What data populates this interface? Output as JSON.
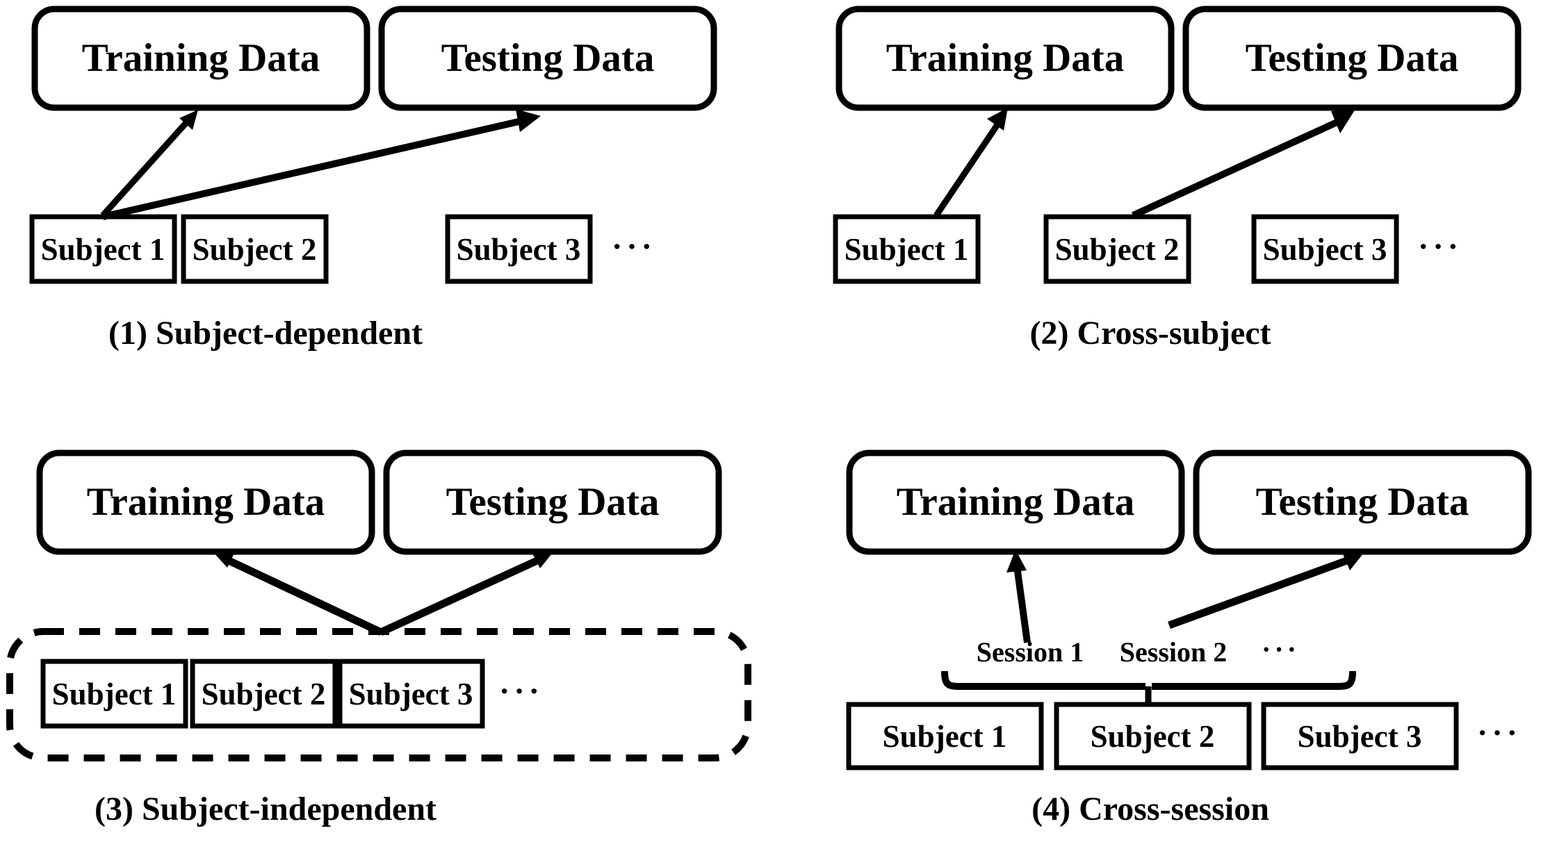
{
  "figure": {
    "background_color": "#ffffff",
    "line_color": "#000000",
    "panel_count": 4
  },
  "labels": {
    "training_data": "Training Data",
    "testing_data": "Testing Data",
    "subject_1": "Subject 1",
    "subject_2": "Subject 2",
    "subject_3": "Subject 3",
    "session_1": "Session 1",
    "session_2": "Session 2",
    "ellipsis": "···"
  },
  "panels": [
    {
      "id": "panel-1",
      "caption": "(1) Subject-dependent",
      "top_boxes": [
        "Training Data",
        "Testing Data"
      ],
      "bottom_boxes": [
        "Subject 1",
        "Subject 2",
        "Subject 3"
      ],
      "bottom_trailing_ellipsis": "···",
      "grouping": "none",
      "arrows": [
        {
          "from": "Subject 1",
          "to": "Training Data"
        },
        {
          "from": "Subject 1",
          "to": "Testing Data"
        }
      ]
    },
    {
      "id": "panel-2",
      "caption": "(2) Cross-subject",
      "top_boxes": [
        "Training Data",
        "Testing Data"
      ],
      "bottom_boxes": [
        "Subject 1",
        "Subject 2",
        "Subject 3"
      ],
      "bottom_trailing_ellipsis": "···",
      "grouping": "none",
      "arrows": [
        {
          "from": "Subject 1",
          "to": "Training Data"
        },
        {
          "from": "Subject 2",
          "to": "Testing Data"
        }
      ]
    },
    {
      "id": "panel-3",
      "caption": "(3) Subject-independent",
      "top_boxes": [
        "Training Data",
        "Testing Data"
      ],
      "bottom_boxes": [
        "Subject 1",
        "Subject 2",
        "Subject 3"
      ],
      "bottom_trailing_ellipsis": "···",
      "grouping": "dashed-rounded-container",
      "arrows": [
        {
          "from": "all subjects",
          "to": "Training Data"
        },
        {
          "from": "all subjects",
          "to": "Testing Data"
        }
      ]
    },
    {
      "id": "panel-4",
      "caption": "(4) Cross-session",
      "top_boxes": [
        "Training Data",
        "Testing Data"
      ],
      "bottom_boxes": [
        "Subject 1",
        "Subject 2",
        "Subject 3"
      ],
      "bottom_trailing_ellipsis": "···",
      "grouping": "session-brace",
      "session_labels": [
        "Session 1",
        "Session 2"
      ],
      "session_trailing_ellipsis": "···",
      "arrows": [
        {
          "from": "Session 1",
          "to": "Training Data"
        },
        {
          "from": "Session 2",
          "to": "Testing Data"
        }
      ]
    }
  ]
}
